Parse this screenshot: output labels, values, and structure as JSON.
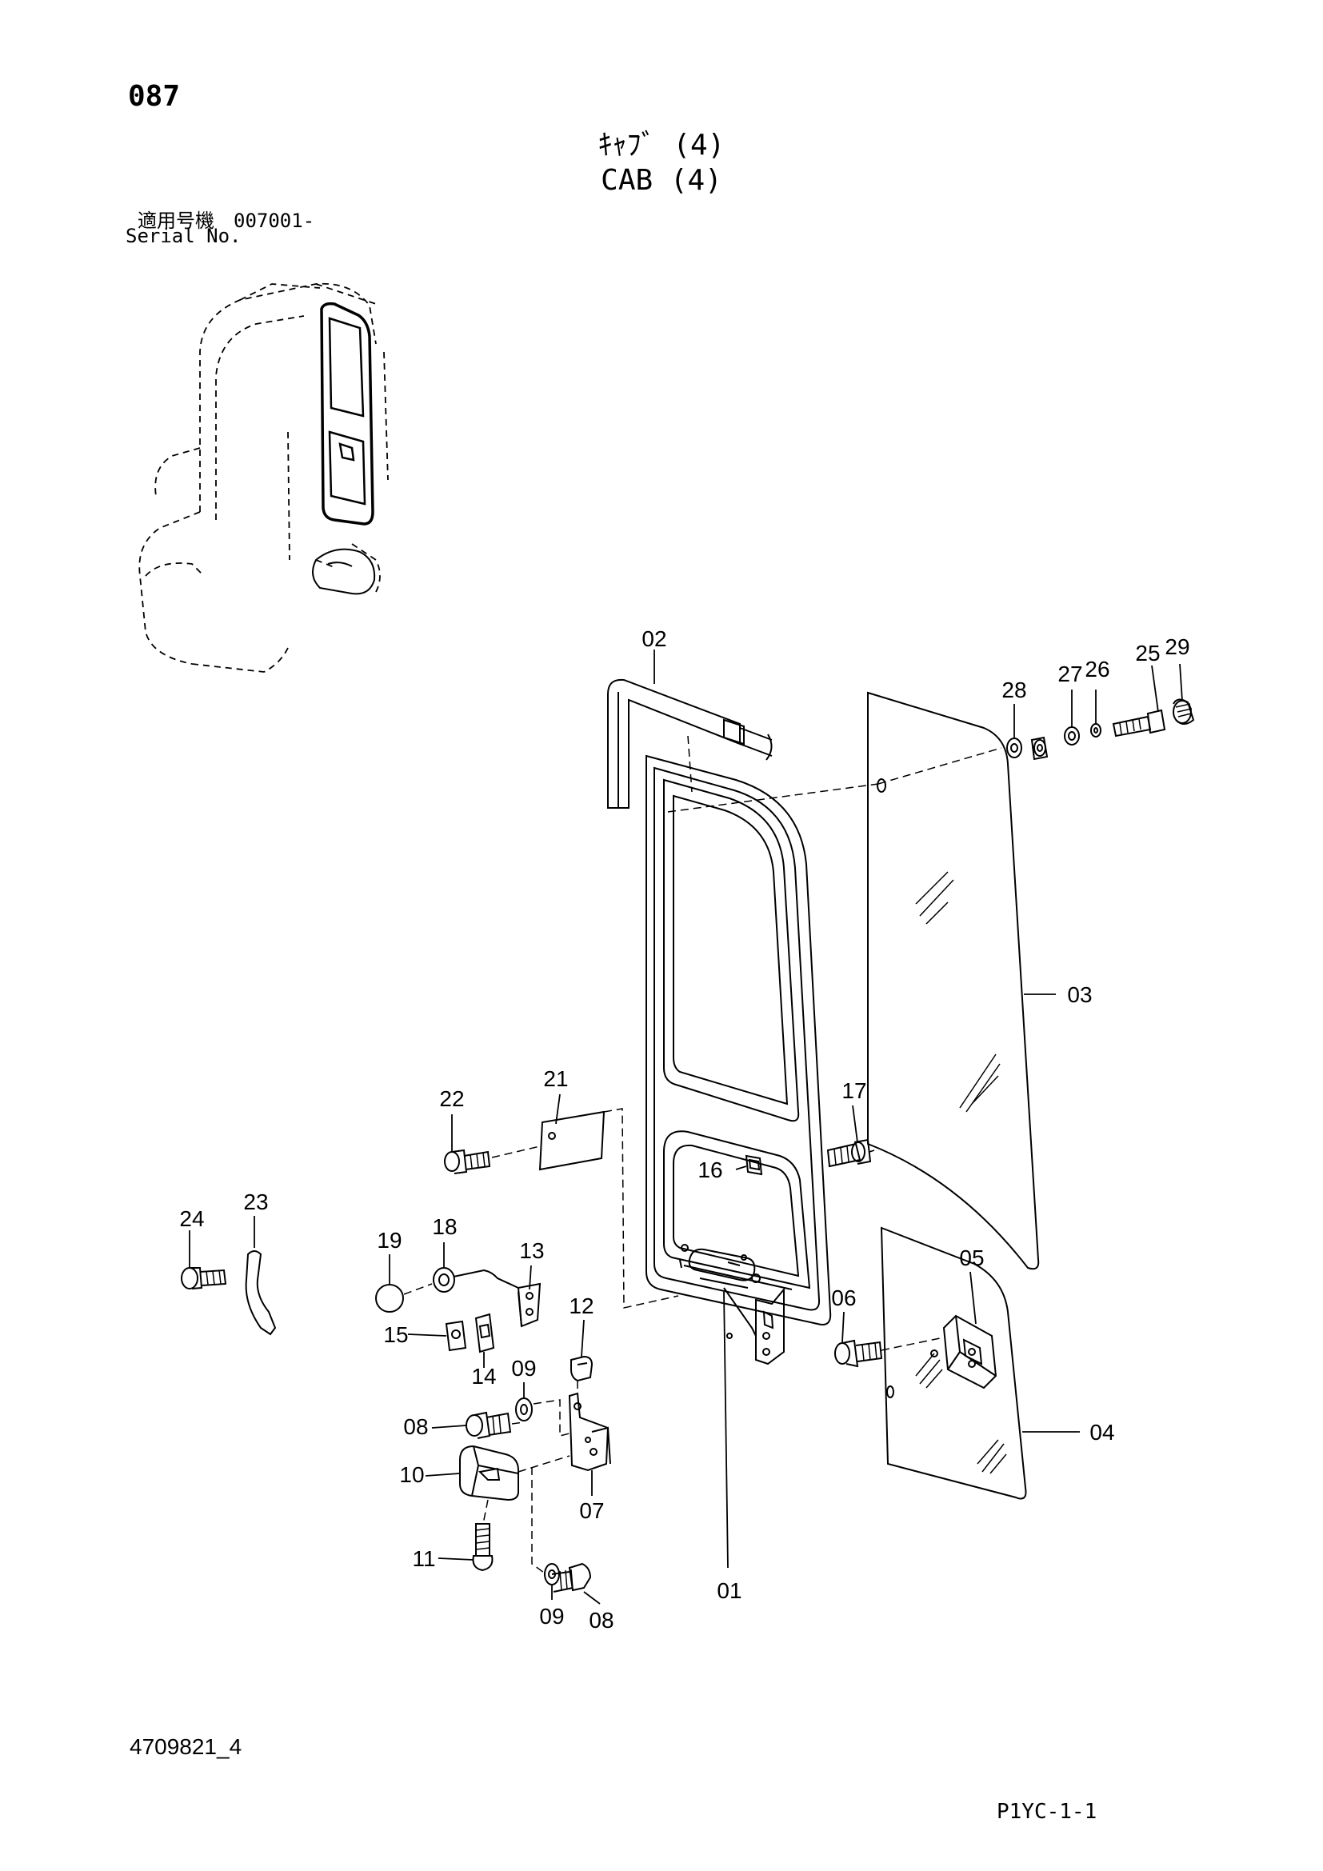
{
  "header": {
    "page_number": "087",
    "title_jp": "ｷｬﾌﾞ (4)",
    "title_en": "CAB (4)",
    "serial_jp": "適用号機　007001-",
    "serial_en": "Serial No."
  },
  "footer": {
    "doc_number": "4709821_4",
    "page_code": "P1YC-1-1"
  },
  "callouts": {
    "c01": "01",
    "c02": "02",
    "c03": "03",
    "c04": "04",
    "c05": "05",
    "c06": "06",
    "c07": "07",
    "c08a": "08",
    "c08b": "08",
    "c09a": "09",
    "c09b": "09",
    "c10": "10",
    "c11": "11",
    "c12": "12",
    "c13": "13",
    "c14": "14",
    "c15": "15",
    "c16": "16",
    "c17": "17",
    "c18": "18",
    "c19": "19",
    "c21": "21",
    "c22": "22",
    "c23": "23",
    "c24": "24",
    "c25": "25",
    "c26": "26",
    "c27": "27",
    "c28": "28",
    "c29": "29"
  }
}
